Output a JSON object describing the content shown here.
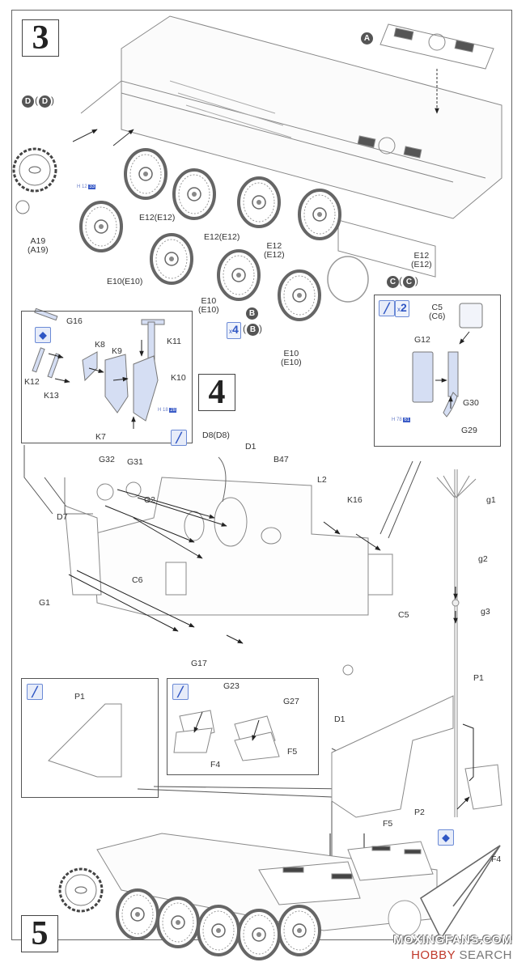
{
  "document": {
    "type": "model kit assembly instructions",
    "steps": [
      {
        "number": "3",
        "labels": {
          "D_sub": "D",
          "D_sub_alt": "D",
          "A_sub": "A",
          "A19": "A19",
          "A19_alt": "(A19)",
          "E12_1": "E12(E12)",
          "E12_2": "E12(E12)",
          "E12_3": "E12",
          "E12_3_alt": "(E12)",
          "E12_4": "E12",
          "E12_4_alt": "(E12)",
          "E10_1": "E10(E10)",
          "E10_2": "E10",
          "E10_2_alt": "(E10)",
          "E10_3": "E10",
          "E10_3_alt": "(E10)",
          "B_sub": "B",
          "B_sub_alt": "B",
          "C_sub": "C",
          "C_sub_alt": "C",
          "multiplier_b": "4",
          "paint_tag": {
            "prefix": "H 12",
            "code": "33"
          }
        }
      },
      {
        "number": "4",
        "inset_left": {
          "labels": [
            "G16",
            "K11",
            "K8",
            "K9",
            "K10",
            "K12",
            "K13",
            "K7"
          ],
          "paint_tag": {
            "prefix": "H 18",
            "code": "28"
          },
          "icons": [
            "symmetric-parts-icon",
            "paint-brush-icon"
          ]
        },
        "inset_right": {
          "multiplier": "2",
          "labels": {
            "C5": "C5",
            "C5_alt": "(C6)",
            "G12": "G12",
            "G30": "G30",
            "G29": "G29"
          },
          "paint_tag": {
            "prefix": "H 78",
            "code": "61"
          },
          "icons": [
            "paint-brush-icon"
          ]
        },
        "labels": {
          "D8": "D8(D8)",
          "D1": "D1",
          "B47": "B47",
          "L2": "L2",
          "K16": "K16",
          "G32": "G32",
          "G31": "G31",
          "G2": "G2",
          "D7": "D7",
          "C6": "C6",
          "G1": "G1",
          "G17": "G17",
          "C5": "C5",
          "g1": "g1",
          "g2": "g2",
          "g3": "g3",
          "P1": "P1"
        }
      },
      {
        "number": "5",
        "inset_a": {
          "labels": [
            "P1"
          ]
        },
        "inset_b": {
          "labels": [
            "G23",
            "G27",
            "F4",
            "F5"
          ]
        },
        "labels": {
          "D1": "D1",
          "F5": "F5",
          "P2": "P2",
          "F4": "F4"
        }
      }
    ],
    "watermark": {
      "line1": "MOXINGFANS.COM",
      "line2_a": "HOBBY",
      "line2_b": " SEARCH"
    },
    "colors": {
      "accent_blue": "#3a5bc7",
      "part_highlight": "#d5def3",
      "line": "#555555"
    }
  }
}
